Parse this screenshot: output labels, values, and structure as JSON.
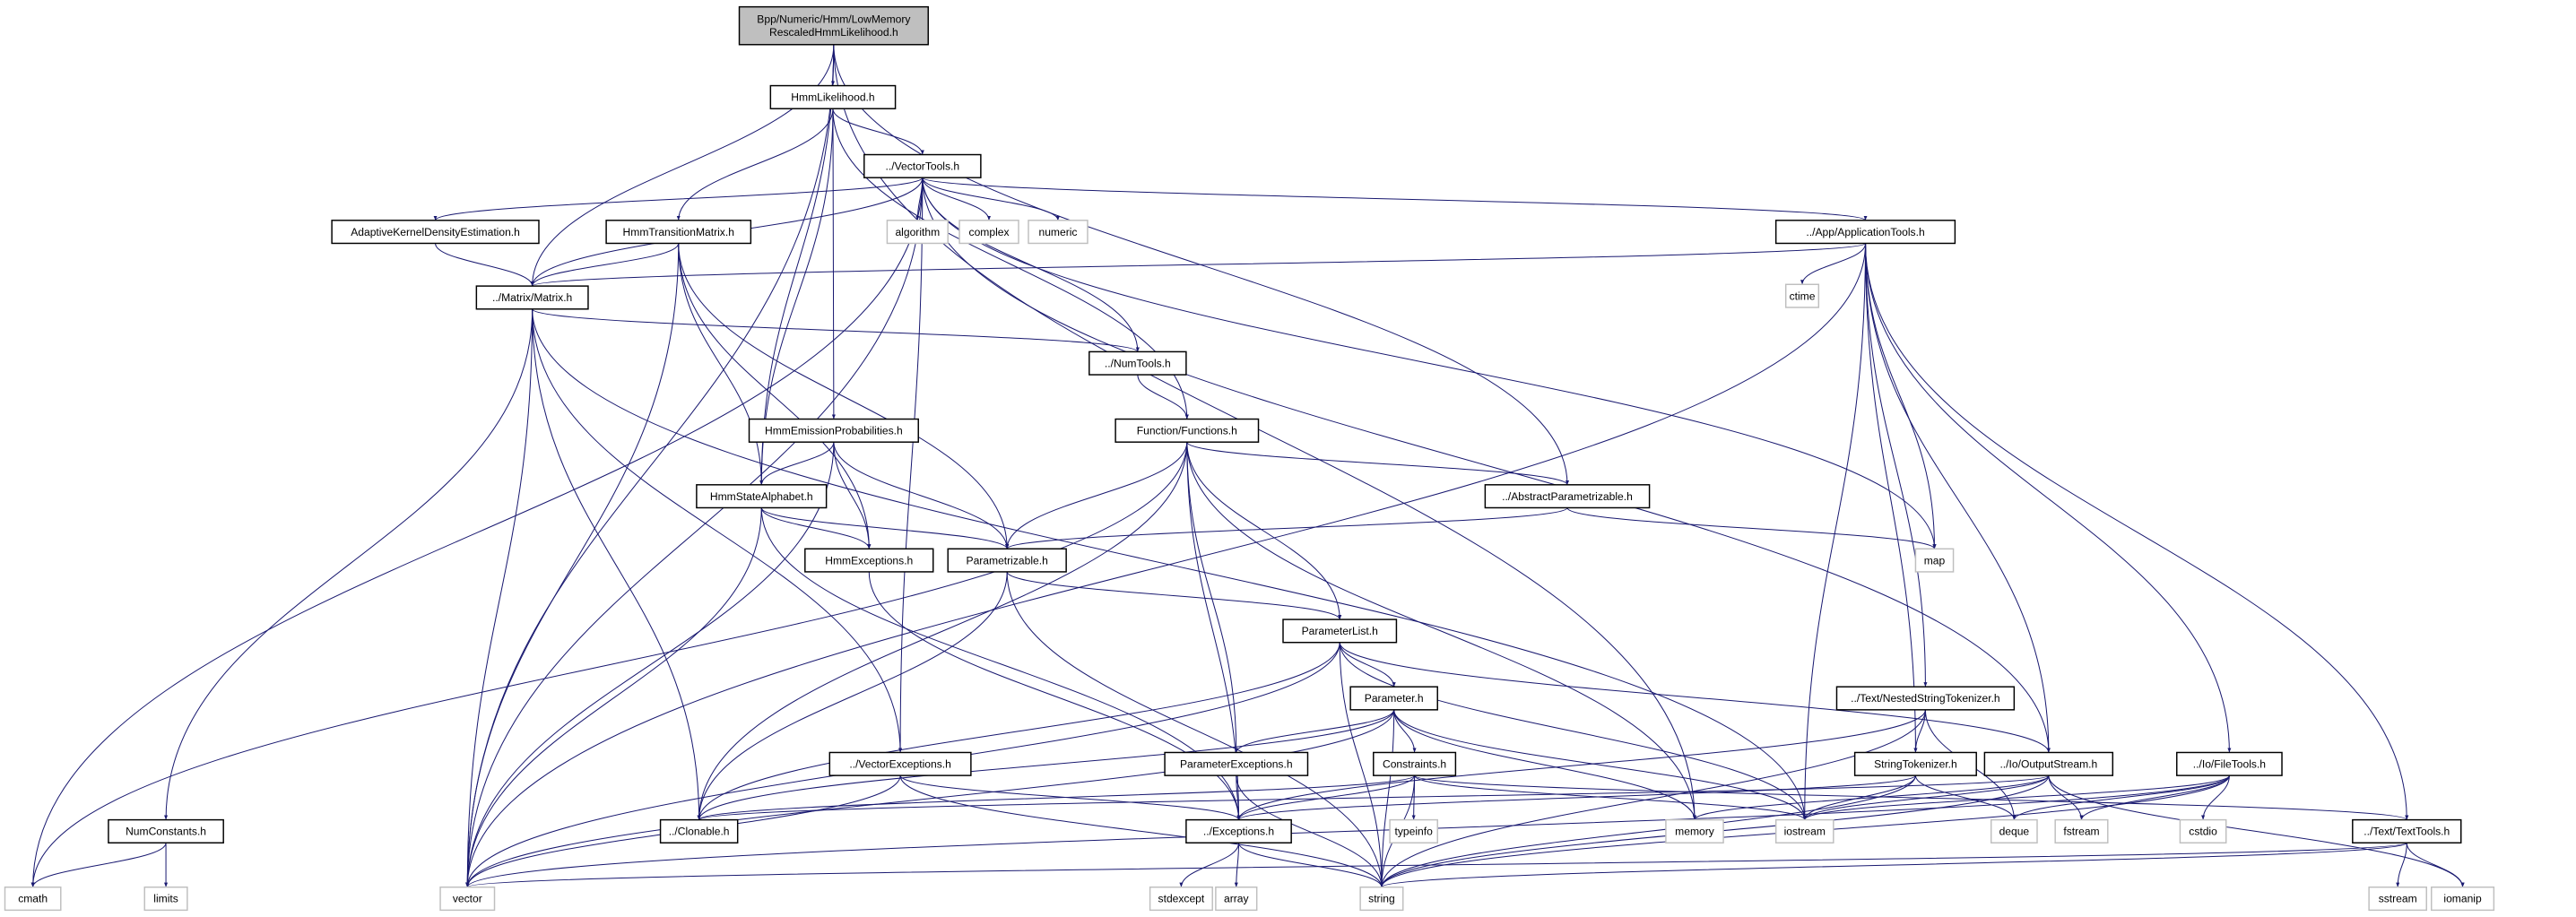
{
  "graph": {
    "edge_color": "#191970",
    "root_fill": "#bfbfbf",
    "nodes": [
      {
        "id": "root",
        "label": [
          "Bpp/Numeric/Hmm/LowMemory",
          "RescaledHmmLikelihood.h"
        ],
        "kind": "root"
      },
      {
        "id": "hmmlik",
        "label": [
          "HmmLikelihood.h"
        ],
        "kind": "file"
      },
      {
        "id": "vectortools",
        "label": [
          "../VectorTools.h"
        ],
        "kind": "file"
      },
      {
        "id": "adaptive",
        "label": [
          "AdaptiveKernelDensityEstimation.h"
        ],
        "kind": "file"
      },
      {
        "id": "hmmtrans",
        "label": [
          "HmmTransitionMatrix.h"
        ],
        "kind": "file"
      },
      {
        "id": "algorithm",
        "label": [
          "algorithm"
        ],
        "kind": "sys"
      },
      {
        "id": "complex",
        "label": [
          "complex"
        ],
        "kind": "sys"
      },
      {
        "id": "numeric",
        "label": [
          "numeric"
        ],
        "kind": "sys"
      },
      {
        "id": "apptools",
        "label": [
          "../App/ApplicationTools.h"
        ],
        "kind": "file"
      },
      {
        "id": "matrix",
        "label": [
          "../Matrix/Matrix.h"
        ],
        "kind": "file"
      },
      {
        "id": "ctime",
        "label": [
          "ctime"
        ],
        "kind": "sys"
      },
      {
        "id": "numtools",
        "label": [
          "../NumTools.h"
        ],
        "kind": "file"
      },
      {
        "id": "hmmemis",
        "label": [
          "HmmEmissionProbabilities.h"
        ],
        "kind": "file"
      },
      {
        "id": "functions",
        "label": [
          "Function/Functions.h"
        ],
        "kind": "file"
      },
      {
        "id": "hmmstate",
        "label": [
          "HmmStateAlphabet.h"
        ],
        "kind": "file"
      },
      {
        "id": "abspar",
        "label": [
          "../AbstractParametrizable.h"
        ],
        "kind": "file"
      },
      {
        "id": "hmmexc",
        "label": [
          "HmmExceptions.h"
        ],
        "kind": "file"
      },
      {
        "id": "parametrizable",
        "label": [
          "Parametrizable.h"
        ],
        "kind": "file"
      },
      {
        "id": "map",
        "label": [
          "map"
        ],
        "kind": "sys"
      },
      {
        "id": "paramlist",
        "label": [
          "ParameterList.h"
        ],
        "kind": "file"
      },
      {
        "id": "parameter",
        "label": [
          "Parameter.h"
        ],
        "kind": "file"
      },
      {
        "id": "nested",
        "label": [
          "../Text/NestedStringTokenizer.h"
        ],
        "kind": "file"
      },
      {
        "id": "vecexc",
        "label": [
          "../VectorExceptions.h"
        ],
        "kind": "file"
      },
      {
        "id": "paramexc",
        "label": [
          "ParameterExceptions.h"
        ],
        "kind": "file"
      },
      {
        "id": "constraints",
        "label": [
          "Constraints.h"
        ],
        "kind": "file"
      },
      {
        "id": "strtok",
        "label": [
          "StringTokenizer.h"
        ],
        "kind": "file"
      },
      {
        "id": "outstream",
        "label": [
          "../Io/OutputStream.h"
        ],
        "kind": "file"
      },
      {
        "id": "filetools",
        "label": [
          "../Io/FileTools.h"
        ],
        "kind": "file"
      },
      {
        "id": "numconst",
        "label": [
          "NumConstants.h"
        ],
        "kind": "file"
      },
      {
        "id": "clonable",
        "label": [
          "../Clonable.h"
        ],
        "kind": "file"
      },
      {
        "id": "exceptions",
        "label": [
          "../Exceptions.h"
        ],
        "kind": "file"
      },
      {
        "id": "typeinfo",
        "label": [
          "typeinfo"
        ],
        "kind": "sys"
      },
      {
        "id": "memory",
        "label": [
          "memory"
        ],
        "kind": "sys"
      },
      {
        "id": "iostream",
        "label": [
          "iostream"
        ],
        "kind": "sys"
      },
      {
        "id": "deque",
        "label": [
          "deque"
        ],
        "kind": "sys"
      },
      {
        "id": "fstream",
        "label": [
          "fstream"
        ],
        "kind": "sys"
      },
      {
        "id": "cstdio",
        "label": [
          "cstdio"
        ],
        "kind": "sys"
      },
      {
        "id": "texttools",
        "label": [
          "../Text/TextTools.h"
        ],
        "kind": "file"
      },
      {
        "id": "cmath",
        "label": [
          "cmath"
        ],
        "kind": "sys"
      },
      {
        "id": "limits",
        "label": [
          "limits"
        ],
        "kind": "sys"
      },
      {
        "id": "vector",
        "label": [
          "vector"
        ],
        "kind": "sys"
      },
      {
        "id": "string",
        "label": [
          "string"
        ],
        "kind": "sys"
      },
      {
        "id": "stdexcept",
        "label": [
          "stdexcept"
        ],
        "kind": "sys"
      },
      {
        "id": "array",
        "label": [
          "array"
        ],
        "kind": "sys"
      },
      {
        "id": "sstream",
        "label": [
          "sstream"
        ],
        "kind": "sys"
      },
      {
        "id": "iomanip",
        "label": [
          "iomanip"
        ],
        "kind": "sys"
      }
    ],
    "edges": [
      [
        "root",
        "hmmlik"
      ],
      [
        "root",
        "matrix"
      ],
      [
        "root",
        "vector"
      ],
      [
        "root",
        "hmmstate"
      ],
      [
        "root",
        "abspar"
      ],
      [
        "root",
        "memory"
      ],
      [
        "hmmlik",
        "vectortools"
      ],
      [
        "hmmlik",
        "hmmtrans"
      ],
      [
        "hmmlik",
        "hmmemis"
      ],
      [
        "hmmlik",
        "functions"
      ],
      [
        "hmmlik",
        "hmmstate"
      ],
      [
        "vectortools",
        "cmath"
      ],
      [
        "vectortools",
        "vector"
      ],
      [
        "vectortools",
        "adaptive"
      ],
      [
        "vectortools",
        "matrix"
      ],
      [
        "vectortools",
        "algorithm"
      ],
      [
        "vectortools",
        "complex"
      ],
      [
        "vectortools",
        "numeric"
      ],
      [
        "vectortools",
        "numtools"
      ],
      [
        "vectortools",
        "vecexc"
      ],
      [
        "vectortools",
        "apptools"
      ],
      [
        "vectortools",
        "map"
      ],
      [
        "vectortools",
        "outstream"
      ],
      [
        "adaptive",
        "matrix"
      ],
      [
        "hmmtrans",
        "matrix"
      ],
      [
        "hmmtrans",
        "hmmstate"
      ],
      [
        "hmmtrans",
        "hmmexc"
      ],
      [
        "hmmtrans",
        "parametrizable"
      ],
      [
        "hmmtrans",
        "vector"
      ],
      [
        "apptools",
        "matrix"
      ],
      [
        "apptools",
        "ctime"
      ],
      [
        "apptools",
        "map"
      ],
      [
        "apptools",
        "iostream"
      ],
      [
        "apptools",
        "vector"
      ],
      [
        "apptools",
        "strtok"
      ],
      [
        "apptools",
        "nested"
      ],
      [
        "apptools",
        "filetools"
      ],
      [
        "apptools",
        "outstream"
      ],
      [
        "apptools",
        "texttools"
      ],
      [
        "matrix",
        "numtools"
      ],
      [
        "matrix",
        "vector"
      ],
      [
        "matrix",
        "clonable"
      ],
      [
        "matrix",
        "numconst"
      ],
      [
        "matrix",
        "vecexc"
      ],
      [
        "matrix",
        "iostream"
      ],
      [
        "numtools",
        "functions"
      ],
      [
        "functions",
        "abspar"
      ],
      [
        "functions",
        "parametrizable"
      ],
      [
        "functions",
        "paramlist"
      ],
      [
        "functions",
        "paramexc"
      ],
      [
        "functions",
        "exceptions"
      ],
      [
        "functions",
        "clonable"
      ],
      [
        "functions",
        "memory"
      ],
      [
        "functions",
        "cmath"
      ],
      [
        "hmmemis",
        "hmmstate"
      ],
      [
        "hmmemis",
        "hmmexc"
      ],
      [
        "hmmemis",
        "parametrizable"
      ],
      [
        "hmmemis",
        "vector"
      ],
      [
        "hmmstate",
        "hmmexc"
      ],
      [
        "hmmstate",
        "parametrizable"
      ],
      [
        "hmmstate",
        "vector"
      ],
      [
        "hmmstate",
        "exceptions"
      ],
      [
        "abspar",
        "parametrizable"
      ],
      [
        "abspar",
        "map"
      ],
      [
        "hmmexc",
        "exceptions"
      ],
      [
        "parametrizable",
        "paramlist"
      ],
      [
        "parametrizable",
        "clonable"
      ],
      [
        "parametrizable",
        "string"
      ],
      [
        "paramlist",
        "parameter"
      ],
      [
        "paramlist",
        "clonable"
      ],
      [
        "paramlist",
        "vector"
      ],
      [
        "paramlist",
        "string"
      ],
      [
        "paramlist",
        "iostream"
      ],
      [
        "paramlist",
        "outstream"
      ],
      [
        "parameter",
        "paramexc"
      ],
      [
        "parameter",
        "constraints"
      ],
      [
        "parameter",
        "clonable"
      ],
      [
        "parameter",
        "vector"
      ],
      [
        "parameter",
        "string"
      ],
      [
        "parameter",
        "iostream"
      ],
      [
        "parameter",
        "memory"
      ],
      [
        "nested",
        "strtok"
      ],
      [
        "nested",
        "exceptions"
      ],
      [
        "nested",
        "deque"
      ],
      [
        "nested",
        "string"
      ],
      [
        "vecexc",
        "exceptions"
      ],
      [
        "vecexc",
        "vector"
      ],
      [
        "vecexc",
        "string"
      ],
      [
        "paramexc",
        "exceptions"
      ],
      [
        "paramexc",
        "string"
      ],
      [
        "constraints",
        "exceptions"
      ],
      [
        "constraints",
        "typeinfo"
      ],
      [
        "constraints",
        "string"
      ],
      [
        "constraints",
        "iostream"
      ],
      [
        "constraints",
        "texttools"
      ],
      [
        "constraints",
        "clonable"
      ],
      [
        "strtok",
        "exceptions"
      ],
      [
        "strtok",
        "iostream"
      ],
      [
        "strtok",
        "deque"
      ],
      [
        "strtok",
        "string"
      ],
      [
        "outstream",
        "iostream"
      ],
      [
        "outstream",
        "fstream"
      ],
      [
        "outstream",
        "string"
      ],
      [
        "outstream",
        "memory"
      ],
      [
        "outstream",
        "clonable"
      ],
      [
        "outstream",
        "iomanip"
      ],
      [
        "filetools",
        "fstream"
      ],
      [
        "filetools",
        "cstdio"
      ],
      [
        "filetools",
        "string"
      ],
      [
        "filetools",
        "vector"
      ],
      [
        "filetools",
        "iostream"
      ],
      [
        "filetools",
        "deque"
      ],
      [
        "numconst",
        "cmath"
      ],
      [
        "numconst",
        "limits"
      ],
      [
        "exceptions",
        "stdexcept"
      ],
      [
        "exceptions",
        "array"
      ],
      [
        "exceptions",
        "string"
      ],
      [
        "texttools",
        "vector"
      ],
      [
        "texttools",
        "string"
      ],
      [
        "texttools",
        "sstream"
      ],
      [
        "texttools",
        "iomanip"
      ]
    ]
  }
}
